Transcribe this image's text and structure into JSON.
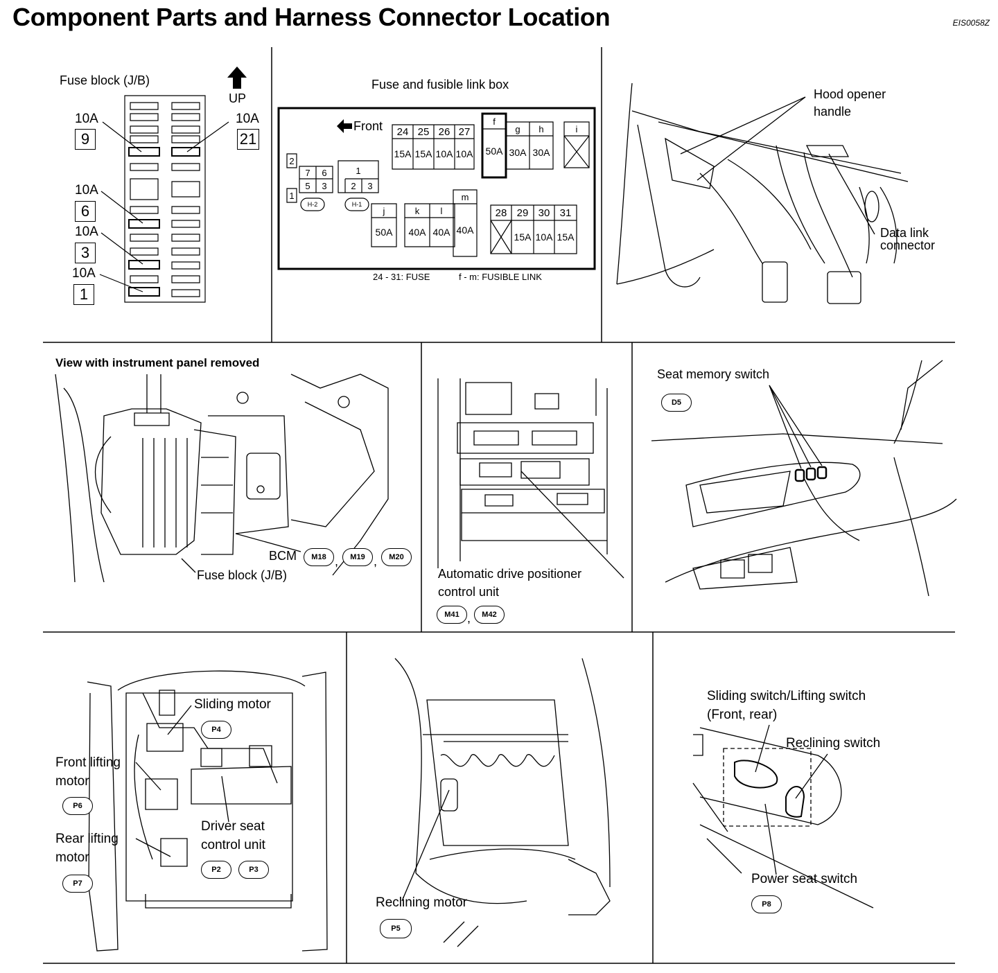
{
  "title": "Component Parts and Harness Connector Location",
  "doc_code": "EIS0058Z",
  "fuse_block": {
    "label": "Fuse block (J/B)",
    "up": "UP",
    "fuses": [
      {
        "amp": "10A",
        "num": "9"
      },
      {
        "amp": "10A",
        "num": "21"
      },
      {
        "amp": "10A",
        "num": "6"
      },
      {
        "amp": "10A",
        "num": "3"
      },
      {
        "amp": "10A",
        "num": "1"
      }
    ]
  },
  "fusible_box": {
    "label": "Fuse and fusible link box",
    "front": "Front",
    "connectors": [
      "H-2",
      "H-1"
    ],
    "fuse_nums_top": [
      "24",
      "25",
      "26",
      "27"
    ],
    "fuse_amps_top": [
      "15A",
      "15A",
      "10A",
      "10A"
    ],
    "links_top": [
      {
        "id": "f",
        "amp": "50A"
      },
      {
        "id": "g",
        "amp": "30A"
      },
      {
        "id": "h",
        "amp": "30A"
      },
      {
        "id": "i",
        "amp": ""
      }
    ],
    "links_bottom": [
      {
        "id": "j",
        "amp": "50A"
      },
      {
        "id": "k",
        "amp": "40A"
      },
      {
        "id": "l",
        "amp": "40A"
      },
      {
        "id": "m",
        "amp": "40A"
      }
    ],
    "fuse_nums_bottom": [
      "28",
      "29",
      "30",
      "31"
    ],
    "fuse_amps_bottom": [
      "",
      "15A",
      "10A",
      "15A"
    ],
    "relay_left": [
      "2",
      "7",
      "6",
      "5",
      "3",
      "1"
    ],
    "relay_right": [
      "1",
      "2",
      "3"
    ],
    "legend_fuse": "24 - 31: FUSE",
    "legend_link": "f - m: FUSIBLE LINK"
  },
  "hood": {
    "hood_opener": "Hood opener",
    "handle": "handle",
    "data_link": "Data link",
    "connector": "connector"
  },
  "instrument": {
    "view_label": "View with instrument panel removed",
    "bcm": "BCM",
    "bcm_connectors": [
      "M18",
      "M19",
      "M20"
    ],
    "fuse_block": "Fuse block (J/B)"
  },
  "adp": {
    "line1": "Automatic drive positioner",
    "line2": "control unit",
    "connectors": [
      "M41",
      "M42"
    ]
  },
  "seat_memory": {
    "label": "Seat memory switch",
    "connector": "D5"
  },
  "seat": {
    "sliding_motor": "Sliding motor",
    "sliding_connector": "P4",
    "front_lifting_1": "Front lifting",
    "front_lifting_2": "motor",
    "front_connector": "P6",
    "driver_seat_1": "Driver seat",
    "driver_seat_2": "control unit",
    "driver_connectors": [
      "P2",
      "P3"
    ],
    "rear_lifting_1": "Rear lifting",
    "rear_lifting_2": "motor",
    "rear_connector": "P7"
  },
  "reclining": {
    "label": "Reclining motor",
    "connector": "P5"
  },
  "switch": {
    "sliding_switch": "Sliding switch/Lifting switch",
    "front_rear": "(Front, rear)",
    "reclining_switch": "Reclining switch",
    "power_seat_switch": "Power seat switch",
    "connector": "P8"
  }
}
